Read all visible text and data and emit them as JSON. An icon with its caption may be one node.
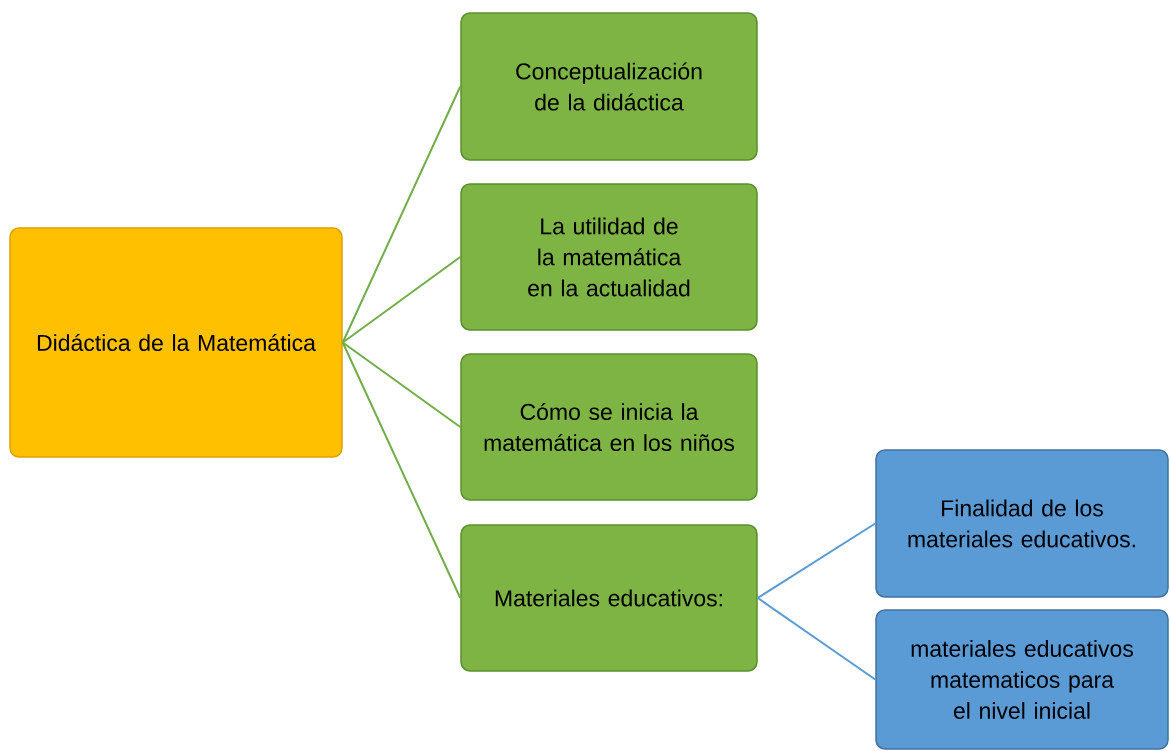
{
  "diagram": {
    "nodes": [
      {
        "text": [
          "Didáctica de la Matemática"
        ]
      },
      {
        "text": [
          "Conceptualización de la didáctica"
        ]
      },
      {
        "text": [
          "La utilidad de la matemática en la actualidad"
        ]
      },
      {
        "text": [
          "Cómo se inicia la matemática en los niños"
        ]
      },
      {
        "text": [
          "Materiales educativos:"
        ]
      },
      {
        "text": [
          "Finalidad  de los materiales educativos."
        ]
      },
      {
        "text": [
          "materiales educativos matematicos para el nivel inicial"
        ]
      }
    ],
    "edges": [
      {
        "from": 0,
        "to": 1,
        "arrow": "none"
      },
      {
        "from": 0,
        "to": 2,
        "arrow": "none"
      },
      {
        "from": 0,
        "to": 3,
        "arrow": "none"
      },
      {
        "from": 0,
        "to": 4,
        "arrow": "none"
      },
      {
        "from": 4,
        "to": 5,
        "arrow": "none",
        "color": "#5b9bd5"
      },
      {
        "from": 4,
        "to": 6,
        "arrow": "none",
        "color": "#5b9bd5"
      }
    ]
  }
}
